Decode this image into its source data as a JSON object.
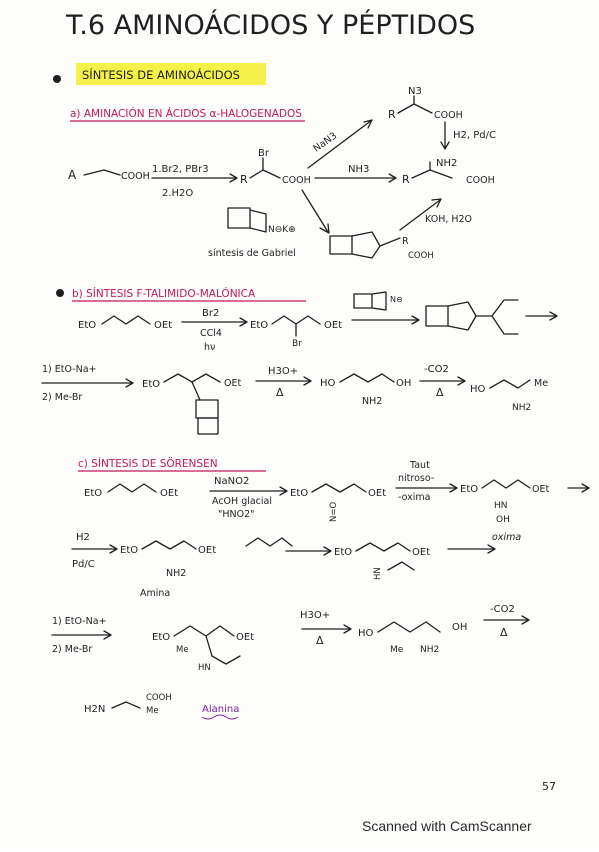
{
  "page": {
    "title": "T.6 AMINOÁCIDOS Y PÉPTIDOS",
    "page_number": "57",
    "scanner_credit": "Scanned with CamScanner"
  },
  "sections": {
    "main_heading": "SÍNTESIS DE AMINOÁCIDOS",
    "a_heading": "a) AMINACIÓN EN ÁCIDOS α-HALOGENADOS",
    "b_heading": "b) SÍNTESIS F-TALIMIDO-MALÓNICA",
    "c_heading": "c) SÍNTESIS DE SÖRENSEN"
  },
  "section_a": {
    "reactant": "A",
    "reactant_group": "COOH",
    "reagent_1": "1.Br2, PBr3",
    "reagent_2": "2.H2O",
    "r_label": "R",
    "br_label": "Br",
    "cooh": "COOH",
    "nh3": "NH3",
    "nan3": "NaN3",
    "n3": "N3",
    "h2_pd": "H2, Pd/C",
    "nh2": "NH2",
    "gabriel_note": "síntesis de Gabriel",
    "k_ion": "N⊖K⊕",
    "koh": "KOH, H2O"
  },
  "section_b": {
    "eto": "EtO",
    "oet": "OEt",
    "br2": "Br2",
    "ccl4": "CCl4",
    "hv": "hν",
    "br": "Br",
    "step1": "1) EtO-Na+",
    "step2": "2) Me-Br",
    "h3o": "H3O+",
    "delta": "Δ",
    "ho": "HO",
    "oh": "OH",
    "nh2": "NH2",
    "co2": "-CO2",
    "me": "Me",
    "n_minus": "N⊖"
  },
  "section_c": {
    "eto": "EtO",
    "oet": "OEt",
    "nano2": "NaNO2",
    "acoh": "AcOH glacial",
    "hno2": "\"HNO2\"",
    "n_o": "N=O",
    "taut": "Taut",
    "nitroso": "nitroso-",
    "oxima": "-oxima",
    "hn": "HN",
    "oh": "OH",
    "oxima_label": "oxima",
    "h2": "H2",
    "pdc": "Pd/C",
    "nh2": "NH2",
    "amina": "Amina",
    "hn_amide": "HN",
    "step1": "1) EtO-Na+",
    "step2": "2) Me-Br",
    "me": "Me",
    "h3o": "H3O+",
    "delta": "Δ",
    "ho": "HO",
    "nh2_final": "NH2",
    "co2": "-CO2",
    "h2n": "H2N",
    "cooh": "COOH",
    "alanina": "Alanina"
  }
}
